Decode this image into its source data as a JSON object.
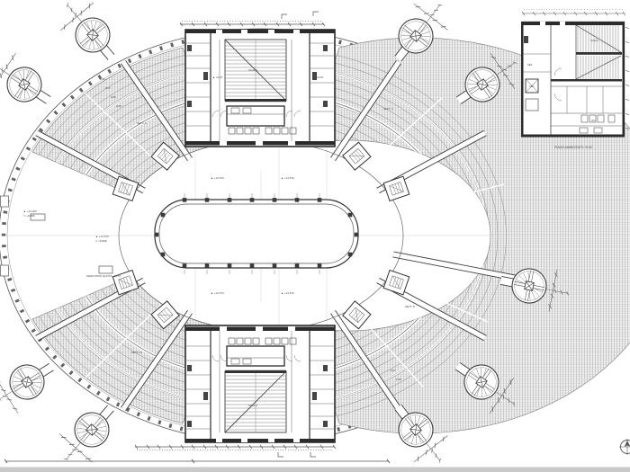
{
  "document": {
    "description": "Scanned architectural floor plan: oval arena with radial seating tiers, nine perimeter circular stair towers, north and south stair cores, central oval court, enlarged core detail plan at top right",
    "detail_caption": "PIANO AMMEZZATO +5.50"
  },
  "colors": {
    "paper": "#ffffff",
    "ink": "#4a4a4a",
    "heavy_wall": "#2b2b2b",
    "seating_fill": "#efefef",
    "seating_hatch": "#a8a8a8",
    "bottom_strip": "#c9c9c9"
  },
  "labels": {
    "annotations": [
      "▲ +14.570",
      "▲ +14.570",
      "▲ +14.570",
      "▲ +14.570",
      "▲ +14.570",
      "▽ +9.868",
      "PERCORSO QUOTA +14.57",
      "▲ +13.400",
      "▽ +9.868",
      "SETT. 5",
      "SETT. 2",
      "SETT. 8",
      "SETT. 11",
      "F.06",
      "F.07",
      "F.08",
      "F.09",
      "F.07",
      "F.08",
      "SCALA",
      "SCALA",
      "▲ +9.87",
      "▲ +9.87",
      "ASC.",
      "DEP.",
      "SCALA",
      "WC"
    ]
  }
}
